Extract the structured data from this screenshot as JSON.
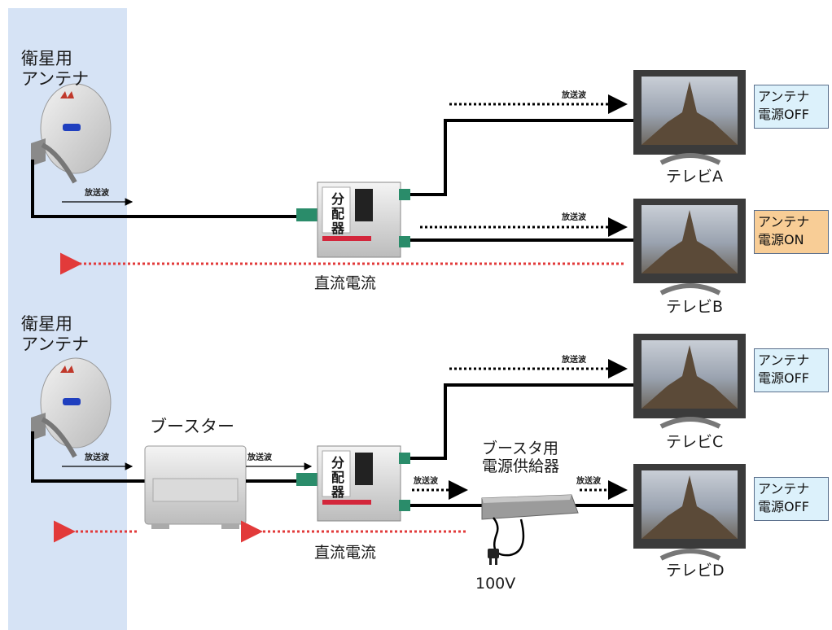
{
  "colors": {
    "wall": "#d6e3f5",
    "status_off": "#dcf1fb",
    "status_on": "#f8cd96",
    "cable": "#000000",
    "dc_arrow": "#e23a3a"
  },
  "top": {
    "antenna_label_line1": "衛星用",
    "antenna_label_line2": "アンテナ",
    "broadcast_label": "放送波",
    "dc_label": "直流電流",
    "splitter_label": "分配器",
    "tv_a": {
      "name": "テレビA",
      "status_line1": "アンテナ",
      "status_line2": "電源OFF"
    },
    "tv_b": {
      "name": "テレビB",
      "status_line1": "アンテナ",
      "status_line2": "電源ON"
    }
  },
  "bottom": {
    "antenna_label_line1": "衛星用",
    "antenna_label_line2": "アンテナ",
    "broadcast_label": "放送波",
    "booster_label": "ブースター",
    "power_supply_line1": "ブースタ用",
    "power_supply_line2": "電源供給器",
    "dc_label": "直流電流",
    "voltage_label": "100V",
    "splitter_label": "分配器",
    "tv_c": {
      "name": "テレビC",
      "status_line1": "アンテナ",
      "status_line2": "電源OFF"
    },
    "tv_d": {
      "name": "テレビD",
      "status_line1": "アンテナ",
      "status_line2": "電源OFF"
    }
  },
  "icons": [
    "satellite-dish-icon",
    "splitter-icon",
    "booster-icon",
    "power-supply-icon",
    "tv-icon",
    "plug-icon"
  ]
}
